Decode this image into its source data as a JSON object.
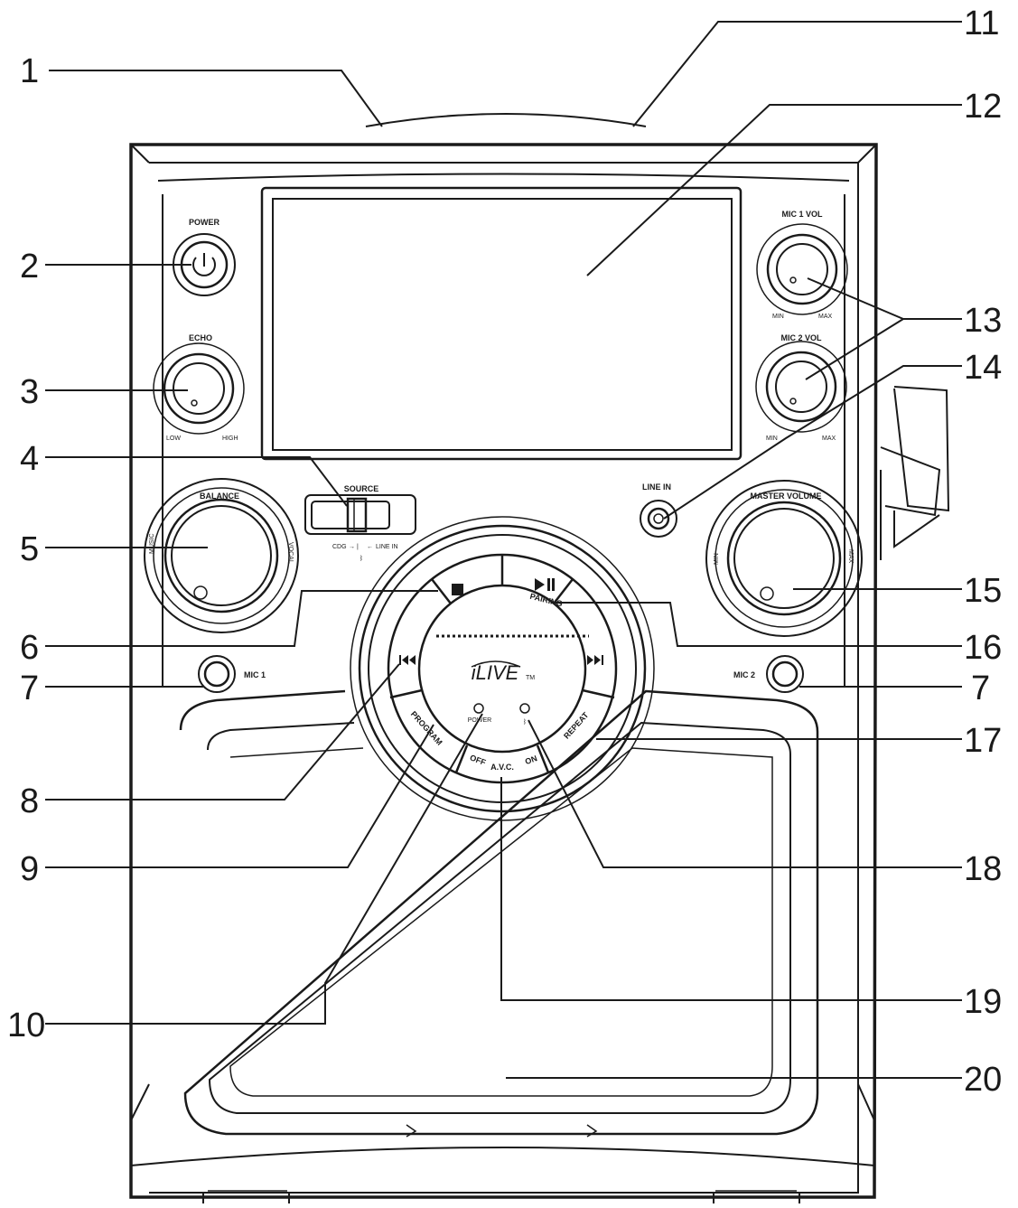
{
  "callouts": {
    "c1": "1",
    "c2": "2",
    "c3": "3",
    "c4": "4",
    "c5": "5",
    "c6": "6",
    "c7a": "7",
    "c7b": "7",
    "c8": "8",
    "c9": "9",
    "c10": "10",
    "c11": "11",
    "c12": "12",
    "c13": "13",
    "c14": "14",
    "c15": "15",
    "c16": "16",
    "c17": "17",
    "c18": "18",
    "c19": "19",
    "c20": "20"
  },
  "labels": {
    "power": "POWER",
    "echo": "ECHO",
    "echo_low": "LOW",
    "echo_high": "HIGH",
    "source": "SOURCE",
    "source_cdg": "CDG",
    "source_line_in": "LINE IN",
    "balance": "BALANCE",
    "balance_music": "MUSIC",
    "balance_vocal": "VOCAL",
    "mic1": "MIC 1",
    "mic2": "MIC 2",
    "mic1_vol": "MIC 1 VOL",
    "mic2_vol": "MIC 2 VOL",
    "min": "MIN",
    "max": "MAX",
    "line_in": "LINE IN",
    "master_volume": "MASTER VOLUME",
    "pairing": "PAIRING",
    "program": "PROGRAM",
    "repeat": "REPEAT",
    "avc": "A.V.C.",
    "avc_off": "OFF",
    "avc_on": "ON",
    "center_power": "POWER",
    "brand": "iLIVE",
    "tm": "TM"
  }
}
